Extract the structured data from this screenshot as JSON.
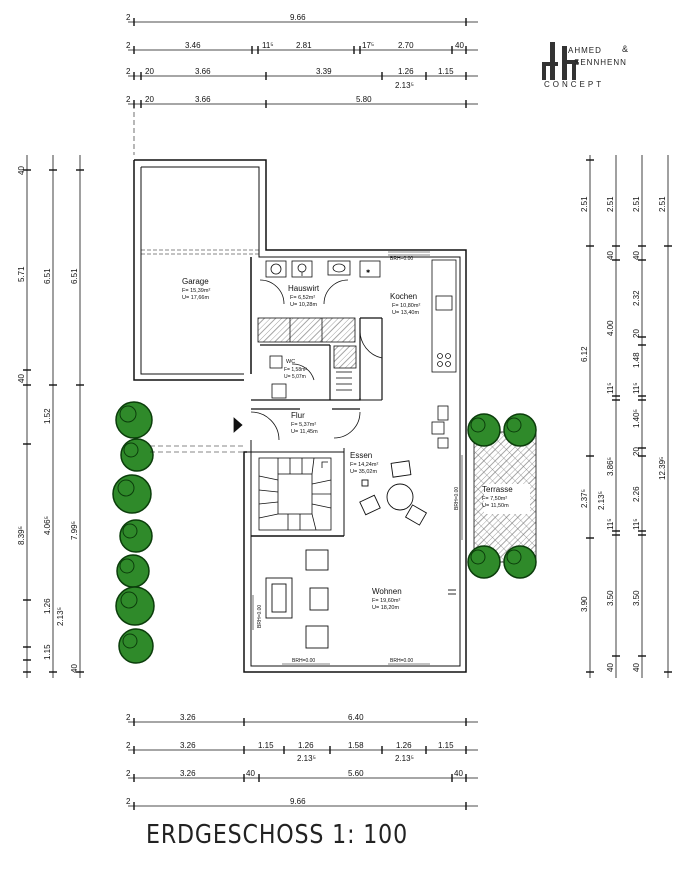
{
  "title": "ERDGESCHOSS  1: 100",
  "logo": {
    "line1_a": "AHMED",
    "line1_amp": "&",
    "line2": "SENNHENN",
    "line3": "CONCEPT"
  },
  "rooms": {
    "garage": {
      "name": "Garage",
      "area": "F= 15,39m²",
      "perimeter": "U= 17,66m"
    },
    "hauswirt": {
      "name": "Hauswirt",
      "area": "F= 6,52m²",
      "perimeter": "U= 10,28m"
    },
    "kochen": {
      "name": "Kochen",
      "area": "F= 10,80m²",
      "perimeter": "U= 13,40m"
    },
    "wc": {
      "name": "WC",
      "area": "F= 1,58m²",
      "perimeter": "U= 5,07m"
    },
    "flur": {
      "name": "Flur",
      "area": "F= 5,37m²",
      "perimeter": "U= 11,45m"
    },
    "essen": {
      "name": "Essen",
      "area": "F= 14,24m²",
      "perimeter": "U= 35,02m"
    },
    "terrasse": {
      "name": "Terrasse",
      "area": "F= 7,50m²",
      "perimeter": "U= 11,50m"
    },
    "wohnen": {
      "name": "Wohnen",
      "area": "F= 19,60m²",
      "perimeter": "U= 18,20m"
    }
  },
  "brh_label": "BRH=0.00",
  "dims_top": {
    "r1": [
      "2",
      "9.66"
    ],
    "r2": [
      "2",
      "3.46",
      "11⁵",
      "2.81",
      "17⁵",
      "2.70",
      "40"
    ],
    "r3": [
      "2",
      "20",
      "3.66",
      "3.39",
      "1.26",
      "2.13⁵",
      "1.15"
    ],
    "r4": [
      "2",
      "20",
      "3.66",
      "5.80"
    ]
  },
  "dims_bottom": {
    "r1": [
      "2",
      "3.26",
      "6.40"
    ],
    "r2": [
      "2",
      "3.26",
      "1.15",
      "1.26",
      "2.13⁵",
      "1.58",
      "1.26",
      "2.13⁵",
      "1.15"
    ],
    "r3": [
      "2",
      "3.26",
      "40",
      "5.60",
      "40"
    ],
    "r4": [
      "2",
      "9.66"
    ]
  },
  "dims_left": {
    "c1": [
      "40",
      "5.71",
      "40",
      "1.52",
      "8.39⁵",
      "4.06⁵",
      "1.26",
      "2.13⁵",
      "1.15",
      "40"
    ],
    "c2": [
      "6.51",
      "7.99⁵"
    ],
    "c3": [
      "6.51"
    ]
  },
  "dims_right": {
    "c1": [
      "2.51",
      "6.12",
      "2.37⁵",
      "3.90"
    ],
    "c2": [
      "2.51",
      "40",
      "4.00",
      "11⁵",
      "3.86⁵",
      "2.13⁵",
      "11⁵",
      "3.50",
      "40"
    ],
    "c3": [
      "2.51",
      "40",
      "2.32",
      "20",
      "1.48",
      "11⁵",
      "1.40⁵",
      "20",
      "2.26",
      "11⁵",
      "3.50",
      "40"
    ],
    "c4": [
      "2.51",
      "12.39⁵"
    ]
  },
  "colors": {
    "line": "#111111",
    "tree_green": "#2f8a2a",
    "tree_dark": "#0b3d0b"
  }
}
